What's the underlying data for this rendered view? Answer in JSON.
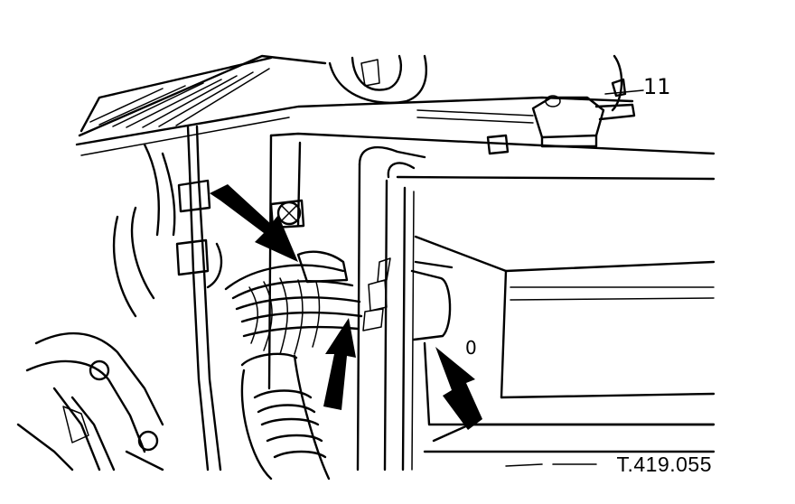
{
  "figure": {
    "reference_code": "T.419.055",
    "callouts": {
      "top_right": "11",
      "right_side": "0"
    }
  }
}
